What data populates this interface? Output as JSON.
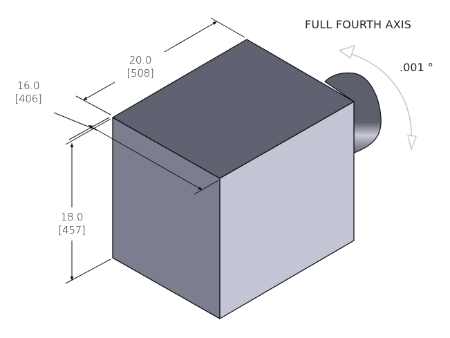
{
  "title": "FULL FOURTH AXIS",
  "rotation": {
    "accuracy_label": ".001 °",
    "arrow_color": "#c8c8c8"
  },
  "dimensions": {
    "width": {
      "inches": "20.0",
      "mm": "[508]"
    },
    "depth": {
      "inches": "16.0",
      "mm": "[406]"
    },
    "height": {
      "inches": "18.0",
      "mm": "[457]"
    }
  },
  "colors": {
    "top_face": "#5f6270",
    "left_face": "#7b7e8e",
    "right_face": "#c3c5d4",
    "cylinder": "#5c5f6c",
    "outline": "#111111",
    "dimension_line": "#111111"
  }
}
